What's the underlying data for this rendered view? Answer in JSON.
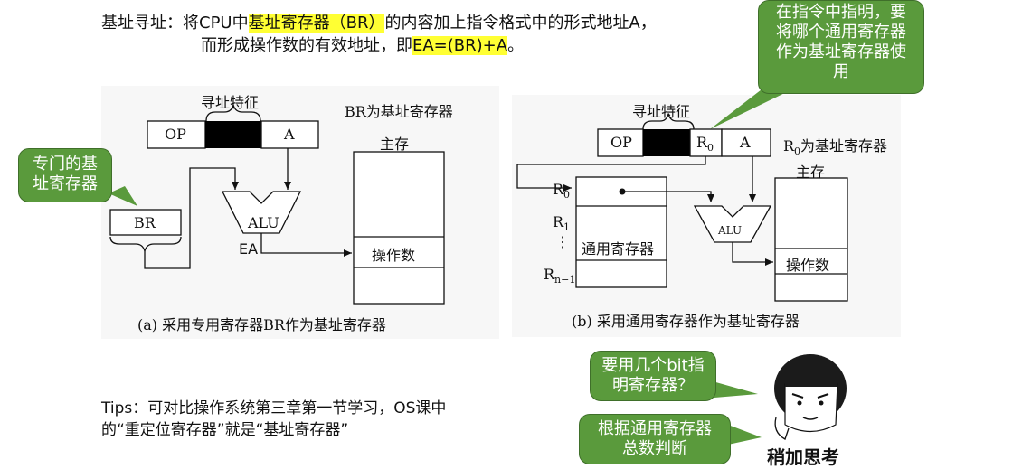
{
  "intro": {
    "line1_a": "基址寻址：将CPU中",
    "line1_hl": "基址寄存器（BR）",
    "line1_b": "的内容加上指令格式中的形式地址A，",
    "line2_a": "而形成操作数的有效地址，即",
    "line2_hl": "EA=(BR)+A",
    "line2_b": "。"
  },
  "diagram_a": {
    "addr_feature": "寻址特征",
    "op": "OP",
    "a": "A",
    "br_note": "BR为基址寄存器",
    "main_mem": "主存",
    "br": "BR",
    "alu": "ALU",
    "ea": "EA",
    "operand": "操作数",
    "caption": "(a) 采用专用寄存器BR作为基址寄存器"
  },
  "diagram_b": {
    "addr_feature": "寻址特征",
    "op": "OP",
    "r0_field": "R",
    "r0_sub": "0",
    "a": "A",
    "r0_note": "为基址寄存器",
    "main_mem": "主存",
    "r0": "R",
    "r0_idx": "0",
    "r1": "R",
    "r1_idx": "1",
    "dots": "⋮",
    "rn": "R",
    "rn_idx": "n−1",
    "gpr": "通用寄存器",
    "alu": "ALU",
    "operand": "操作数",
    "caption": "(b) 采用通用寄存器作为基址寄存器"
  },
  "bubbles": {
    "special": "专门的基址寄存器",
    "specify": "在指令中指明，要将哪个通用寄存器作为基址寄存器使用",
    "bits_q": "要用几个bit指明寄存器？",
    "bits_a": "根据通用寄存器总数判断"
  },
  "tips": "Tips：可对比操作系统第三章第一节学习，OS课中的“重定位寄存器”就是“基址寄存器”",
  "meme_caption": "稍加思考",
  "colors": {
    "bubble": "#5a9a3c",
    "highlight": "#ffff33"
  }
}
